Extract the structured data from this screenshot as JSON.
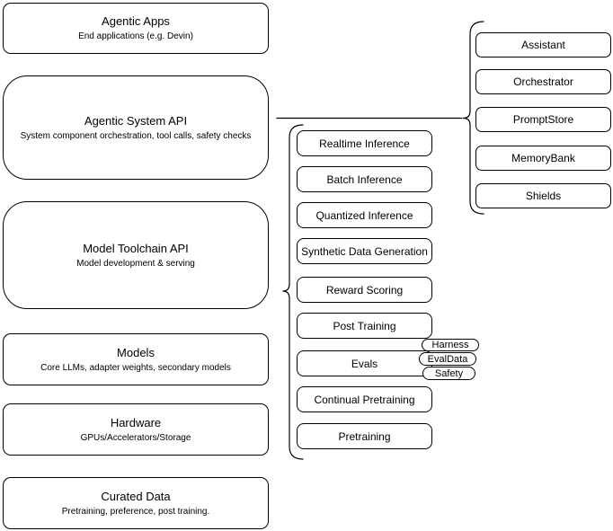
{
  "canvas": {
    "stroke_color": "#000000",
    "background_color": "#ffffff"
  },
  "stack": [
    {
      "title": "Agentic Apps",
      "subtitle": "End applications (e.g. Devin)"
    },
    {
      "title": "Agentic System API",
      "subtitle": "System component orchestration, tool calls, safety checks"
    },
    {
      "title": "Model Toolchain API",
      "subtitle": "Model development & serving"
    },
    {
      "title": "Models",
      "subtitle": "Core LLMs, adapter weights, secondary models"
    },
    {
      "title": "Hardware",
      "subtitle": "GPUs/Accelerators/Storage"
    },
    {
      "title": "Curated Data",
      "subtitle": "Pretraining, preference, post training."
    }
  ],
  "toolchain_items": [
    "Realtime Inference",
    "Batch Inference",
    "Quantized Inference",
    "Synthetic Data Generation",
    "Reward Scoring",
    "Post Training",
    "Evals",
    "Continual Pretraining",
    "Pretraining"
  ],
  "eval_tags": [
    "Harness",
    "EvalData",
    "Safety"
  ],
  "system_components": [
    "Assistant",
    "Orchestrator",
    "PromptStore",
    "MemoryBank",
    "Shields"
  ]
}
